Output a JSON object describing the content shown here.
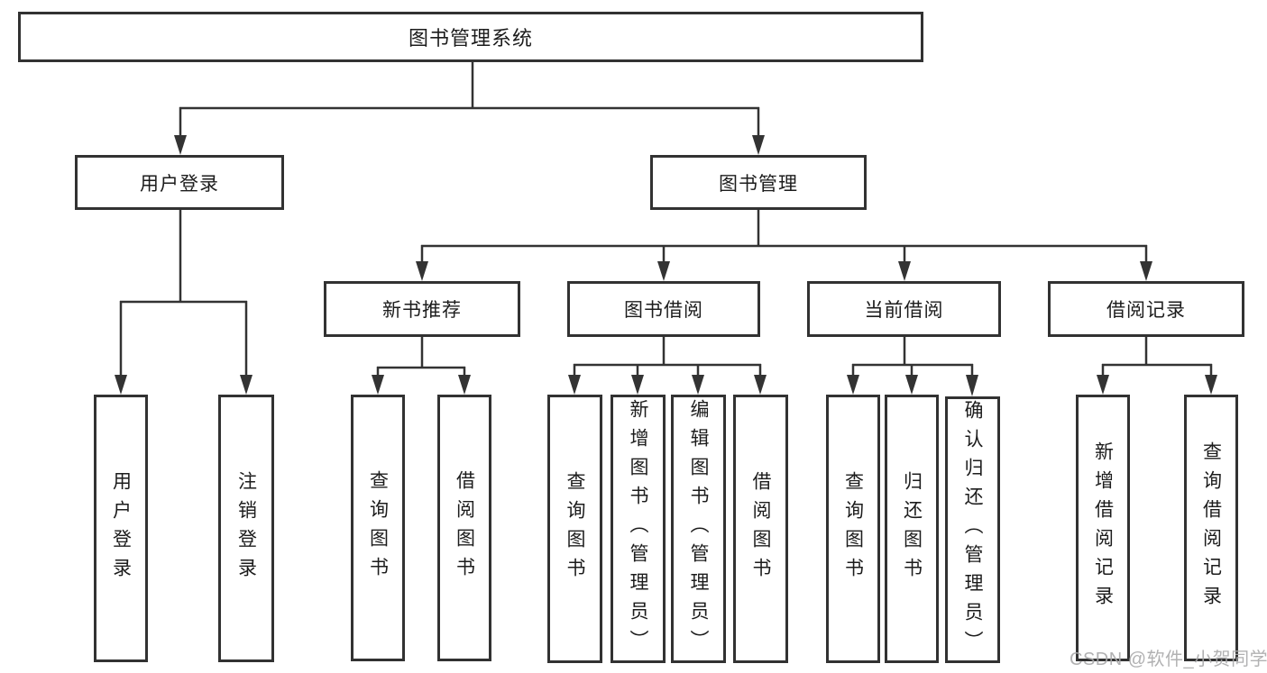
{
  "tree": {
    "label": "图书管理系统",
    "children": [
      {
        "label": "用户登录",
        "children": [
          {
            "label": "用户登录"
          },
          {
            "label": "注销登录"
          }
        ]
      },
      {
        "label": "图书管理",
        "children": [
          {
            "label": "新书推荐",
            "children": [
              {
                "label": "查询图书"
              },
              {
                "label": "借阅图书"
              }
            ]
          },
          {
            "label": "图书借阅",
            "children": [
              {
                "label": "查询图书"
              },
              {
                "label": "新增图书（管理员）"
              },
              {
                "label": "编辑图书（管理员）"
              },
              {
                "label": "借阅图书"
              }
            ]
          },
          {
            "label": "当前借阅",
            "children": [
              {
                "label": "查询图书"
              },
              {
                "label": "归还图书"
              },
              {
                "label": "确认归还（管理员）"
              }
            ]
          },
          {
            "label": "借阅记录",
            "children": [
              {
                "label": "新增借阅记录"
              },
              {
                "label": "查询借阅记录"
              }
            ]
          }
        ]
      }
    ]
  },
  "watermark": {
    "text": "CSDN @软件_小贺同学"
  },
  "colors": {
    "line": "#333333",
    "box_border": "#323232",
    "text": "#1c1c1c",
    "watermark": "#a8a8aa",
    "background": "#ffffff"
  }
}
